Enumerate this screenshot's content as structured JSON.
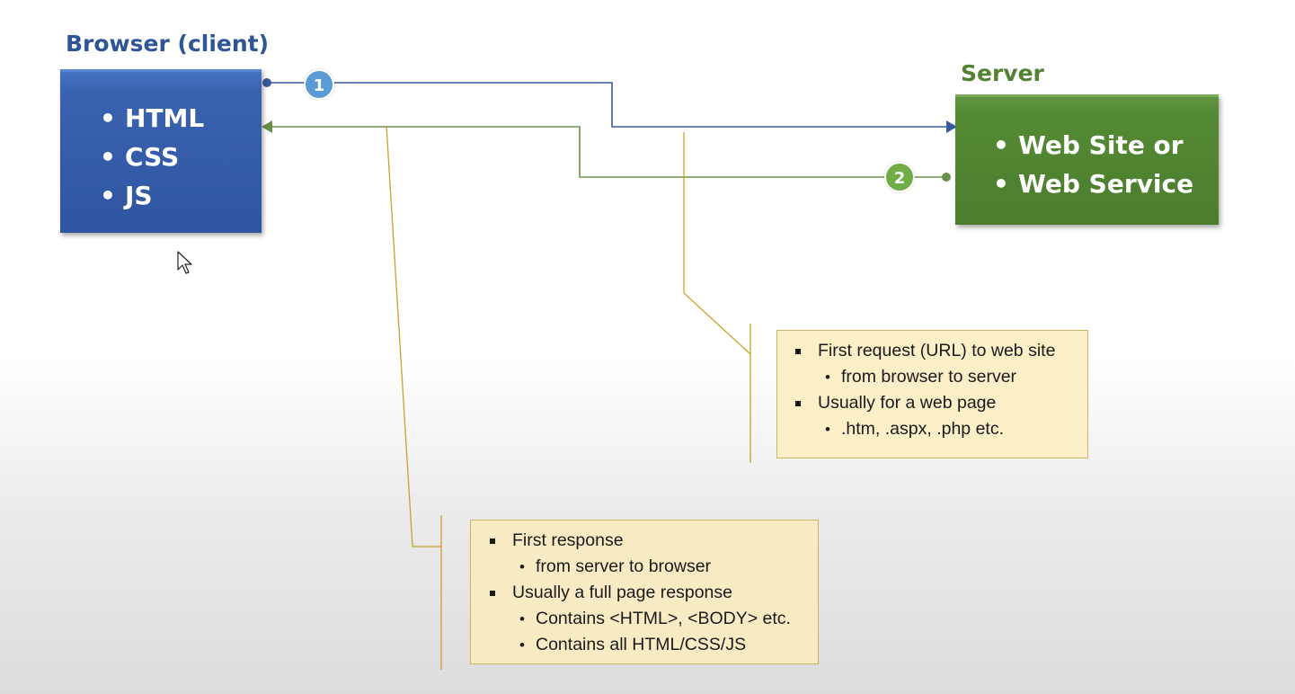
{
  "client": {
    "title": "Browser (client)",
    "items": [
      "HTML",
      "CSS",
      "JS"
    ],
    "color": "#2f5597"
  },
  "server": {
    "title": "Server",
    "items": [
      "Web Site or",
      "Web Service"
    ],
    "color": "#548235"
  },
  "steps": [
    {
      "label": "1",
      "color": "#5b9bd5"
    },
    {
      "label": "2",
      "color": "#70ad47"
    }
  ],
  "request_note": {
    "l1_a": "First request (URL) to web site",
    "l2_a": "from browser to server",
    "l1_b": "Usually for a web page",
    "l2_b": ".htm, .aspx, .php etc."
  },
  "response_note": {
    "l1_a": "First response",
    "l2_a": "from server to browser",
    "l1_b": "Usually a full page response",
    "l2_b": "Contains <HTML>, <BODY> etc.",
    "l2_c": "Contains all HTML/CSS/JS"
  },
  "colors": {
    "request_line": "#3b5a9a",
    "response_line": "#6a8f4a",
    "callout_line": "#c9a227",
    "note_fill": "#fbefc8"
  }
}
